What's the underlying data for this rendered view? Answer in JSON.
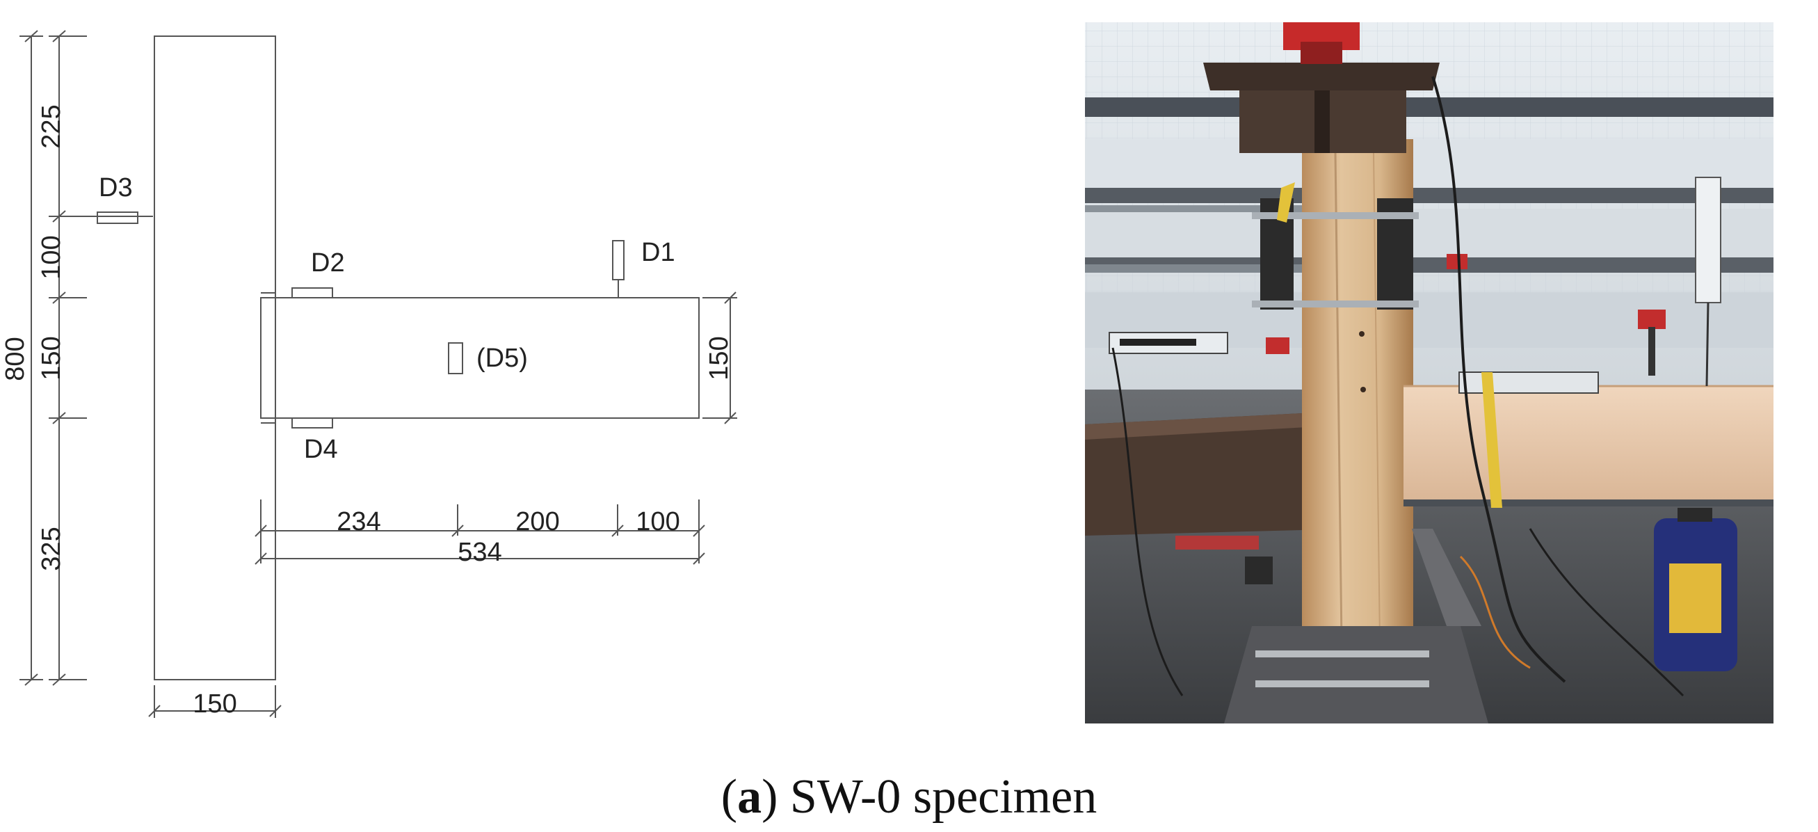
{
  "drawing": {
    "dimensions": {
      "col_total_height": "800",
      "col_top_seg": "225",
      "col_mid_seg": "100",
      "col_beam_seg": "150",
      "col_bottom_seg": "325",
      "col_width": "150",
      "beam_height": "150",
      "beam_seg1": "234",
      "beam_seg2": "200",
      "beam_seg3": "100",
      "beam_total": "534"
    },
    "sensors": {
      "d1": "D1",
      "d2": "D2",
      "d3": "D3",
      "d4": "D4",
      "d5": "(D5)"
    }
  },
  "photo": {
    "description_icon": "specimen-photo"
  },
  "caption": {
    "label": "a",
    "text": " SW-0 specimen"
  }
}
